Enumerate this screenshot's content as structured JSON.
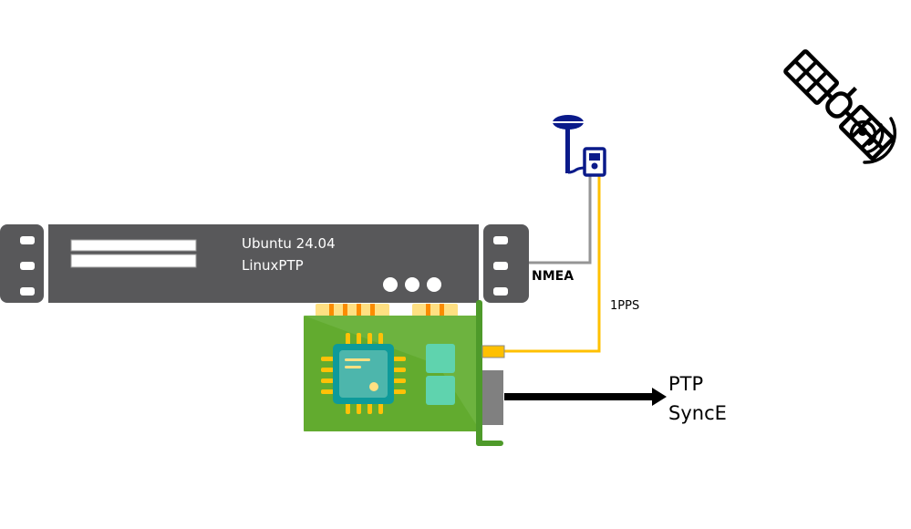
{
  "server": {
    "os_label": "Ubuntu 24.04",
    "software_label": "LinuxPTP",
    "indicator_count": 3,
    "color": "#58585a"
  },
  "gnss_receiver": {
    "icon": "gnss-antenna-receiver-icon",
    "color": "#0a1a8a"
  },
  "satellite": {
    "icon": "satellite-icon"
  },
  "nic_card": {
    "icon": "network-interface-card-icon",
    "board_color": "#6db33f",
    "chip_color": "#0e9a9a"
  },
  "connections": {
    "nmea": {
      "label": "NMEA",
      "color": "#959595"
    },
    "pps": {
      "label": "1PPS",
      "color": "#ffc000"
    },
    "output": {
      "label_line1": "PTP",
      "label_line2": "SyncE",
      "color": "#000000"
    }
  }
}
